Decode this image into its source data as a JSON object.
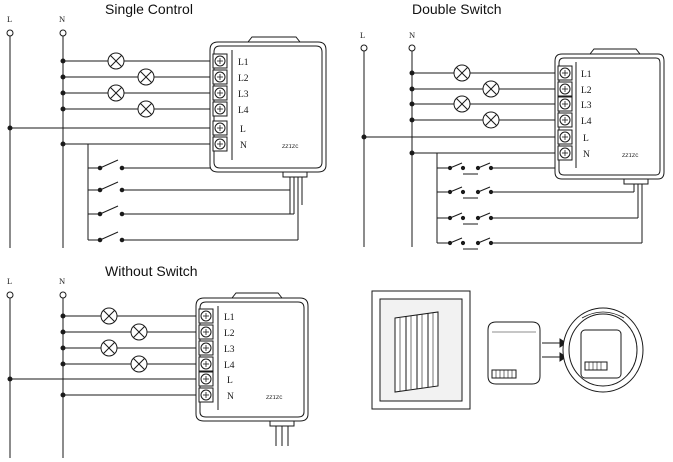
{
  "titles": {
    "single_control": "Single Control",
    "double_switch": "Double Switch",
    "without_switch": "Without Switch"
  },
  "line_labels": {
    "live": "L",
    "neutral": "N"
  },
  "terminals": [
    "L1",
    "L2",
    "L3",
    "L4",
    "L",
    "N"
  ],
  "module_marking": "ZZIZC",
  "colors": {
    "ink": "#1a1a1a",
    "background": "#ffffff"
  }
}
